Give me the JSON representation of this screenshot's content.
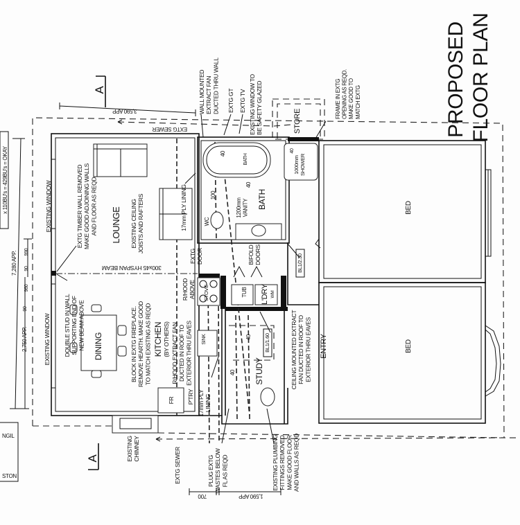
{
  "title": {
    "line1": "PROPOSED",
    "line2": "FLOOR PLAN"
  },
  "section_markers": {
    "top": "A",
    "bottom": "A"
  },
  "partial_labels": {
    "top_left_box": "x 110BU's = 429BU's = OKAY",
    "left_a": "NGIL",
    "left_b": "STON"
  },
  "dimensions": {
    "overall": "7,280 APP.",
    "dining": "2,750 APP.",
    "d990": "990",
    "d90a": "90",
    "d960": "960",
    "d90b": "90",
    "top": "3,590 APP",
    "bottom_700": "700",
    "bottom_1590": "1,590 APP"
  },
  "notes": {
    "wall_fan": [
      "WALL MOUNTED",
      "EXTRACT FAN",
      "DUCTED THRU WALL"
    ],
    "extg_gt": [
      "EXTG GT"
    ],
    "extg_tv": [
      "EXTG TV"
    ],
    "safety_glazed": [
      "EXISTING WINDOW TO",
      "BE SAFETY GLAZED"
    ],
    "store": [
      "STORE"
    ],
    "frame_in": [
      "FRAME IN EXTG",
      "OPENING AS REQD.",
      "MAKE GOOD TO",
      "MATCH EXTG"
    ],
    "sewer_top": [
      "EXTG SEWER"
    ],
    "window_lounge": [
      "EXISTING WINDOW"
    ],
    "window_dining": [
      "EXISTING WINDOW"
    ],
    "timber_wall": [
      "EXTG TIMBER WALL REMOVED",
      "MAKE GOOD ADJOINING WALLS",
      "AND FLOOR AS REQD"
    ],
    "lounge": [
      "LOUNGE"
    ],
    "ceiling": [
      "EXISTING CEILING",
      "JOISTS AND RAFTERS"
    ],
    "ply_lounge": [
      "17mm PLY LINING"
    ],
    "wc": [
      "WC"
    ],
    "n100": [
      "100"
    ],
    "n40_bath": [
      "40"
    ],
    "bath_small": [
      "BATH"
    ],
    "vanity": [
      "1200mm",
      "VANITY"
    ],
    "n40_mid": [
      "40"
    ],
    "bath": [
      "BATH"
    ],
    "shower": [
      "1000mm",
      "SHOWER"
    ],
    "n40_shower": [
      "40"
    ],
    "bed1": [
      "BED"
    ],
    "bed2": [
      "BED"
    ],
    "beam": [
      "300x45 HYSPAN BEAM"
    ],
    "extg_door": [
      "EXTG",
      "DOOR"
    ],
    "bifold": [
      "BIFOLD",
      "DOORS"
    ],
    "bl_230": [
      "BL1/2.30"
    ],
    "double_stud": [
      "DOUBLE STUD IN WALL",
      "SUPPORTING END OF",
      "NEW BEAM ABOVE"
    ],
    "dining": [
      "DINING"
    ],
    "fireplace": [
      "BLOCK IN EXTG FIREPLACE.",
      "REMOVE HEARTH. MAKE GOOD",
      "TO MATCH EXISTING AS REQD"
    ],
    "kitchen": [
      "KITCHEN"
    ],
    "by_others": [
      "(BY OTHERS)"
    ],
    "rhood_above": [
      "R/HOOD",
      "ABOVE"
    ],
    "stove": [
      "STOVE"
    ],
    "tub": [
      "TUB"
    ],
    "ldry": [
      "L'DRY"
    ],
    "wm": [
      "WM"
    ],
    "rhood_fan": [
      "R/HOOD EXTRACT FAN",
      "DUCTED IN ROOF TO",
      "EXTERIOR THRU EAVES"
    ],
    "sink": [
      "SINK"
    ],
    "ptry": [
      "P'TRY"
    ],
    "ply_kitchen": [
      "17mm PLY",
      "LINING"
    ],
    "fr": [
      "FR"
    ],
    "bl_160": [
      "BL1/1.60"
    ],
    "n40_study": [
      "40"
    ],
    "n40_study2": [
      "40"
    ],
    "study": [
      "STUDY"
    ],
    "ceiling_fan": [
      "CEILING MOUNTED EXTRACT",
      "FAN DUCTED IN ROOF TO",
      "EXTERIOR THRU EAVES"
    ],
    "entry": [
      "ENTRY"
    ],
    "chimney": [
      "EXISTING",
      "CHIMNEY"
    ],
    "sewer_bottom": [
      "EXTG SEWER"
    ],
    "plug": [
      "PLUG EXTG",
      "WASTES BELOW",
      "FL AS REQD"
    ],
    "plumbing": [
      "EXISTING PLUMBING",
      "FITTINGS REMOVED",
      "MAKE GOOD FLOOR",
      "AND WALLS AS REQD"
    ]
  }
}
